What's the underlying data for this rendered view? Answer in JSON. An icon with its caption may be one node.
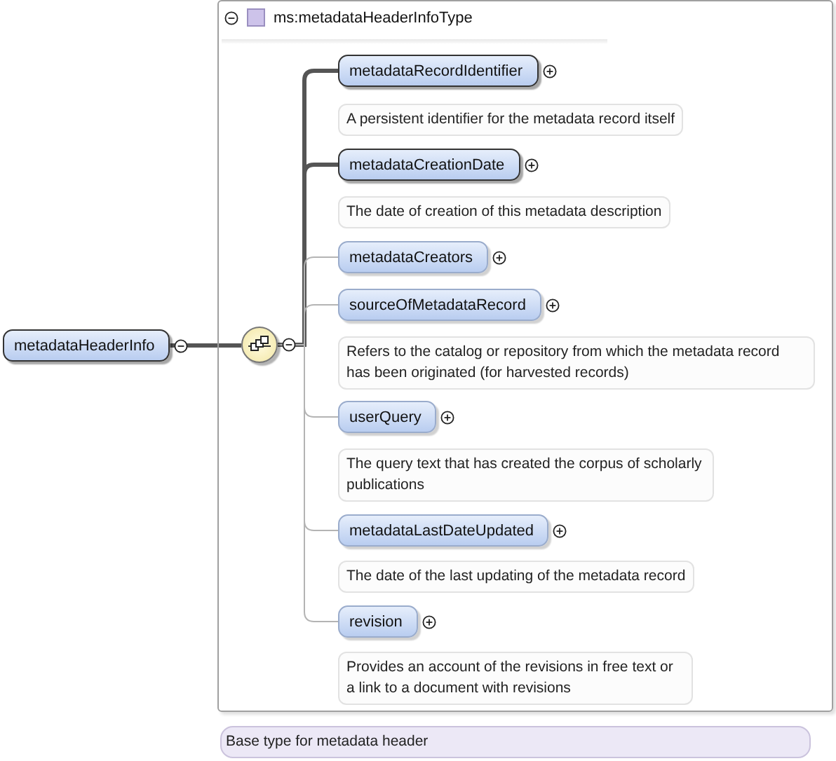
{
  "diagram": {
    "nodes": [
      {
        "text": [
          "metadataHeaderInfo"
        ]
      },
      {
        "text": [
          "ms:metadataHeaderInfoType"
        ]
      },
      {
        "text": [],
        "shape": "circle",
        "in": 1
      },
      {
        "text": [
          "metadataRecordIdentifier"
        ],
        "in": 1
      },
      {
        "text": [
          "A persistent identifier for the metadata record itself"
        ],
        "in": 1
      },
      {
        "text": [
          "metadataCreationDate"
        ],
        "in": 1
      },
      {
        "text": [
          "The date of creation of this metadata description"
        ],
        "in": 1
      },
      {
        "text": [
          "metadataCreators"
        ],
        "in": 1
      },
      {
        "text": [
          "sourceOfMetadataRecord"
        ],
        "in": 1
      },
      {
        "text": [
          "Refers to the catalog or repository from which the metadata record has been originated (for harvested records)"
        ],
        "in": 1
      },
      {
        "text": [
          "userQuery"
        ],
        "in": 1
      },
      {
        "text": [
          "The query text that has created the corpus of scholarly publications"
        ],
        "in": 1
      },
      {
        "text": [
          "metadataLastDateUpdated"
        ],
        "in": 1
      },
      {
        "text": [
          "The date of the last updating of the metadata record"
        ],
        "in": 1
      },
      {
        "text": [
          "revision"
        ],
        "in": 1
      },
      {
        "text": [
          "Provides an account of the revisions in free text or a link to a document with revisions"
        ],
        "in": 1
      },
      {
        "text": [
          "Base type for metadata header"
        ]
      }
    ],
    "edges": [
      {
        "from": 0,
        "to": 2,
        "arrow": "none",
        "style": "thick",
        "color": "#555555"
      },
      {
        "from": 2,
        "to": 3,
        "arrow": "none",
        "style": "thick",
        "color": "#555555"
      },
      {
        "from": 2,
        "to": 5,
        "arrow": "none",
        "style": "thick",
        "color": "#555555"
      },
      {
        "from": 2,
        "to": 7,
        "arrow": "none"
      },
      {
        "from": 2,
        "to": 8,
        "arrow": "none"
      },
      {
        "from": 2,
        "to": 10,
        "arrow": "none"
      },
      {
        "from": 2,
        "to": 12,
        "arrow": "none"
      },
      {
        "from": 2,
        "to": 14,
        "arrow": "none"
      }
    ]
  }
}
